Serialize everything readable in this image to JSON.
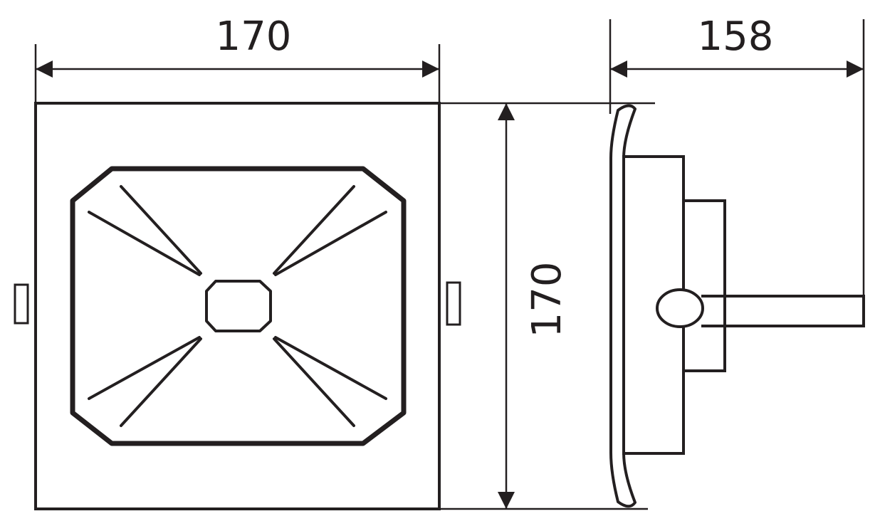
{
  "dimensions": {
    "front_width": "170",
    "front_height": "170",
    "side_depth": "158"
  },
  "style": {
    "line_color": "#231f20",
    "background": "#ffffff"
  }
}
